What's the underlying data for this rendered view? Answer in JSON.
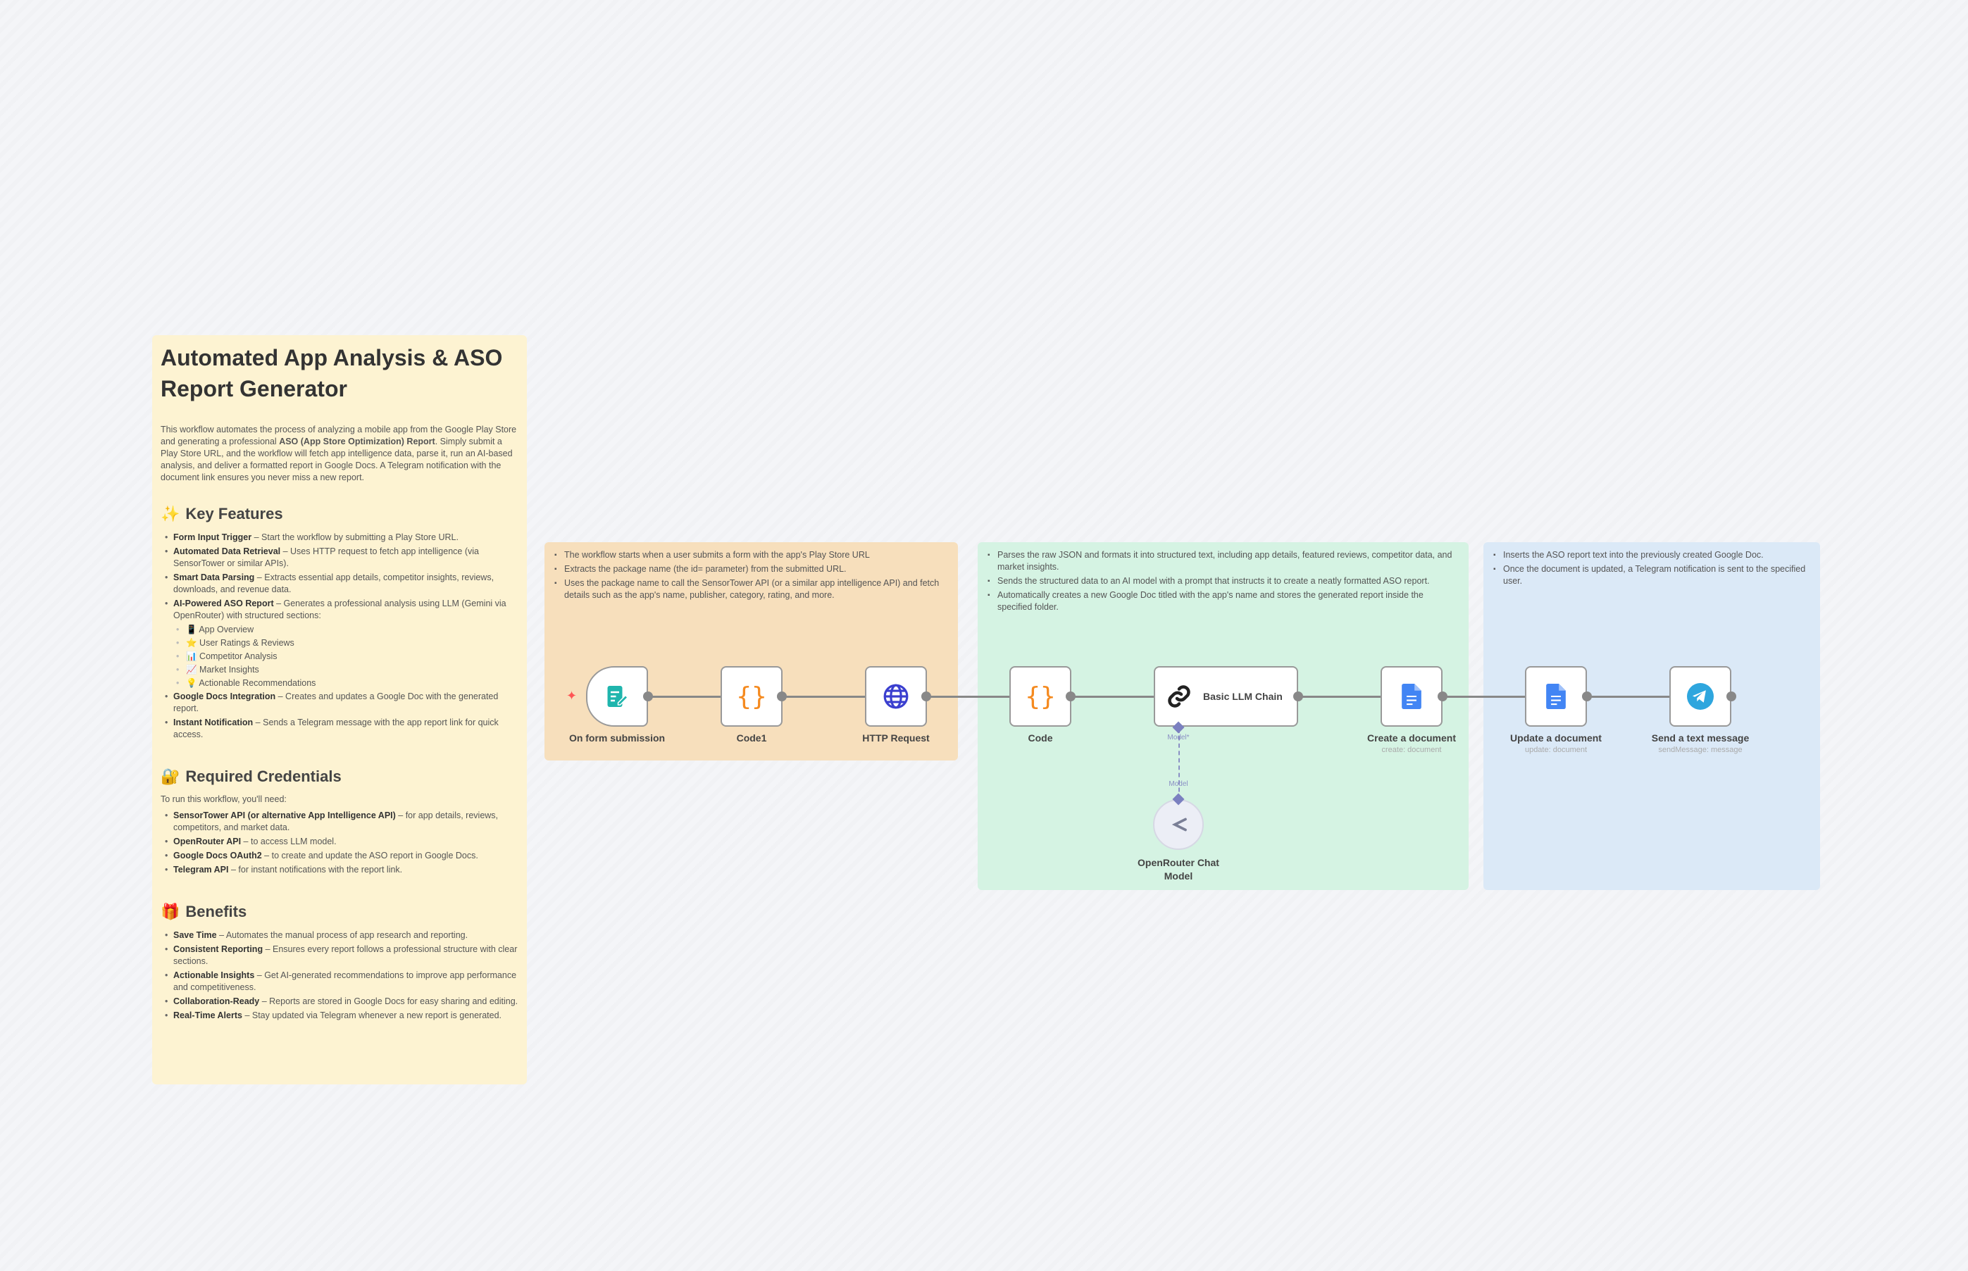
{
  "intro": {
    "title": "Automated App Analysis & ASO Report Generator",
    "description_parts": [
      "This workflow automates the process of analyzing a mobile app from the Google Play Store and generating a professional ",
      "ASO (App Store Optimization) Report",
      ". Simply submit a Play Store URL, and the workflow will fetch app intelligence data, parse it, run an AI-based analysis, and deliver a formatted report in Google Docs. A Telegram notification with the document link ensures you never miss a new report."
    ],
    "features": {
      "icon": "✨",
      "heading": "Key Features",
      "items": [
        {
          "b": "Form Input Trigger",
          "t": " – Start the workflow by submitting a Play Store URL."
        },
        {
          "b": "Automated Data Retrieval",
          "t": " – Uses HTTP request to fetch app intelligence (via SensorTower or similar APIs)."
        },
        {
          "b": "Smart Data Parsing",
          "t": " – Extracts essential app details, competitor insights, reviews, downloads, and revenue data."
        },
        {
          "b": "AI-Powered ASO Report",
          "t": " – Generates a professional analysis using LLM (Gemini via OpenRouter) with structured sections:"
        },
        {
          "b": "Google Docs Integration",
          "t": " – Creates and updates a Google Doc with the generated report."
        },
        {
          "b": "Instant Notification",
          "t": " – Sends a Telegram message with the app report link for quick access."
        }
      ],
      "sections": [
        "📱 App Overview",
        "⭐ User Ratings & Reviews",
        "📊 Competitor Analysis",
        "📈 Market Insights",
        "💡 Actionable Recommendations"
      ]
    },
    "credentials": {
      "icon": "🔐",
      "heading": "Required Credentials",
      "lead": "To run this workflow, you'll need:",
      "items": [
        {
          "b": "SensorTower API (or alternative App Intelligence API)",
          "t": " – for app details, reviews, competitors, and market data."
        },
        {
          "b": "OpenRouter API",
          "t": " – to access LLM model."
        },
        {
          "b": "Google Docs OAuth2",
          "t": " – to create and update the ASO report in Google Docs."
        },
        {
          "b": "Telegram API",
          "t": " – for instant notifications with the report link."
        }
      ]
    },
    "benefits": {
      "icon": "🎁",
      "heading": "Benefits",
      "items": [
        {
          "b": "Save Time",
          "t": " – Automates the manual process of app research and reporting."
        },
        {
          "b": "Consistent Reporting",
          "t": " – Ensures every report follows a professional structure with clear sections."
        },
        {
          "b": "Actionable Insights",
          "t": " – Get AI-generated recommendations to improve app performance and competitiveness."
        },
        {
          "b": "Collaboration-Ready",
          "t": " – Reports are stored in Google Docs for easy sharing and editing."
        },
        {
          "b": "Real-Time Alerts",
          "t": " – Stay updated via Telegram whenever a new report is generated."
        }
      ]
    }
  },
  "groups": [
    {
      "items": [
        "The workflow starts when a user submits a form with the app's Play Store URL",
        "Extracts the package name (the id= parameter) from the submitted URL.",
        "Uses the package name to call the SensorTower API (or a similar app intelligence API) and fetch details such as the app's name, publisher, category, rating, and more."
      ]
    },
    {
      "items": [
        "Parses the raw JSON and formats it into structured text, including app details, featured reviews, competitor data, and market insights.",
        "Sends the structured data to an AI model with a prompt that instructs it to create a neatly formatted ASO report.",
        "Automatically creates a new Google Doc titled with the app's name and stores the generated report inside the specified folder."
      ]
    },
    {
      "items": [
        "Inserts the ASO report text into the previously created Google Doc.",
        "Once the document is updated, a Telegram notification is sent to the specified user."
      ]
    }
  ],
  "nodes": {
    "form": {
      "label": "On form submission",
      "icon": "form-icon"
    },
    "code1": {
      "label": "Code1",
      "icon": "code-braces-icon"
    },
    "http": {
      "label": "HTTP Request",
      "icon": "globe-icon"
    },
    "code": {
      "label": "Code",
      "icon": "code-braces-icon"
    },
    "llm": {
      "label": "Basic LLM Chain",
      "icon": "chain-link-icon",
      "port_label": "Model*"
    },
    "create": {
      "label": "Create a document",
      "sub": "create: document",
      "icon": "google-docs-icon"
    },
    "update": {
      "label": "Update a document",
      "sub": "update: document",
      "icon": "google-docs-icon"
    },
    "telegram": {
      "label": "Send a text message",
      "sub": "sendMessage: message",
      "icon": "telegram-icon"
    },
    "openrouter": {
      "label": "OpenRouter Chat Model",
      "port_label": "Model",
      "icon": "openrouter-icon"
    }
  },
  "colors": {
    "note_yellow": "#fdf3d2",
    "group_orange": "#f7dfbc",
    "group_green": "#d5f3e3",
    "group_blue": "#dbe9f7",
    "code_orange": "#f58a1f",
    "http_blue": "#3b3fcf",
    "form_teal": "#1fb5ad",
    "docs_blue": "#4285f4",
    "telegram": "#2ea6de"
  }
}
